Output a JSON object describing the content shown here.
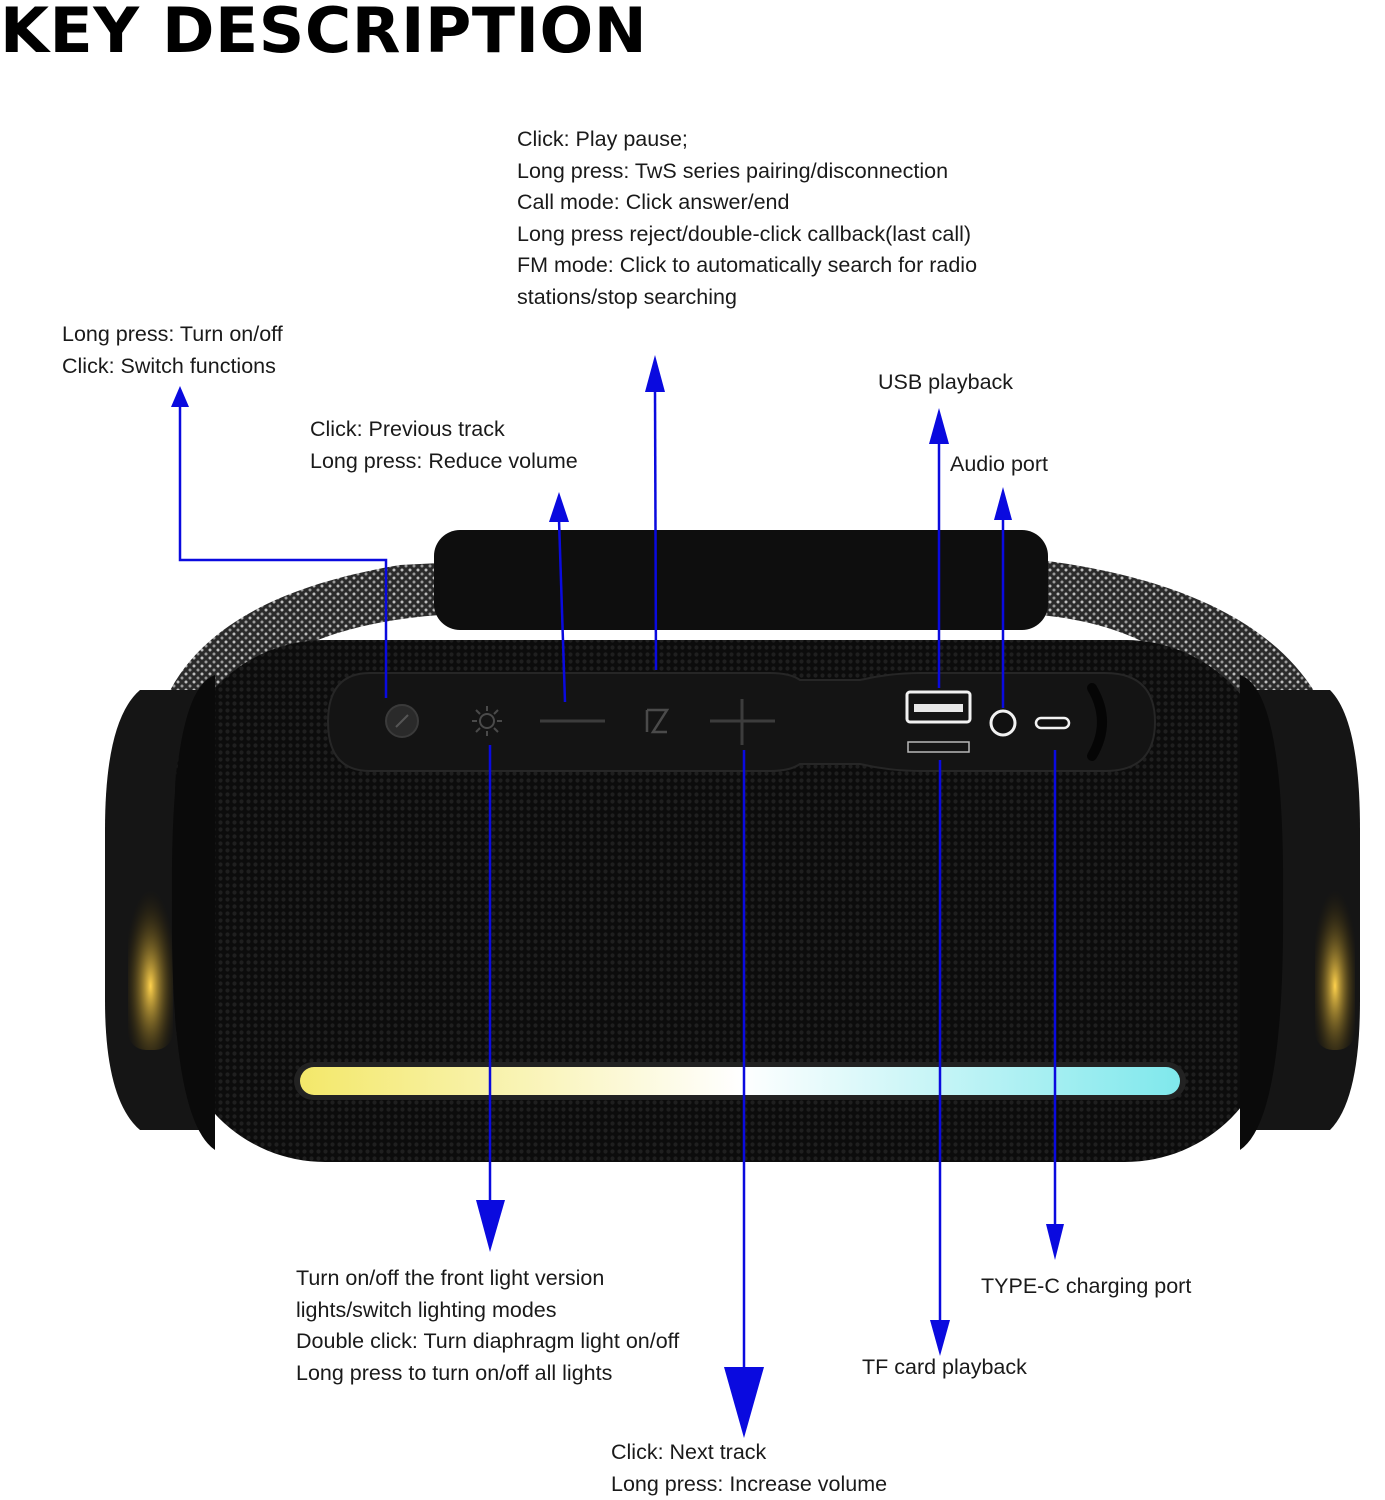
{
  "title": "KEY DESCRIPTION",
  "colors": {
    "arrow": "#0a0adf",
    "body": "#0d0d0d",
    "light_bar_left": "#f3e86a",
    "light_bar_mid": "#ffffff",
    "light_bar_right": "#7fe8ec"
  },
  "labels": {
    "play": [
      "Click: Play pause;",
      "Long press: TwS series pairing/disconnection",
      "Call mode: Click answer/end",
      "Long press reject/double-click callback(last call)",
      "FM mode: Click to automatically search for radio",
      "stations/stop searching"
    ],
    "power": [
      "Long press: Turn on/off",
      "Click: Switch functions"
    ],
    "prev": [
      "Click: Previous track",
      "Long press: Reduce volume"
    ],
    "usb": [
      "USB playback"
    ],
    "audio": [
      "Audio port"
    ],
    "light": [
      "Turn on/off the front light version",
      "lights/switch lighting modes",
      "Double click: Turn diaphragm light on/off",
      "Long press to turn on/off all lights"
    ],
    "typec": [
      "TYPE-C charging port"
    ],
    "tf": [
      "TF card playback"
    ],
    "next": [
      "Click: Next track",
      "Long press: Increase volume"
    ]
  },
  "icons": {
    "power_button": "power-icon",
    "light_button": "sun-icon",
    "minus_button": "minus-icon",
    "play_button": "play-pause-icon",
    "plus_button": "plus-icon",
    "usb_port": "usb-port-icon",
    "tf_slot": "tf-slot-icon",
    "audio_port": "audio-jack-icon",
    "typec_port": "type-c-port-icon"
  }
}
